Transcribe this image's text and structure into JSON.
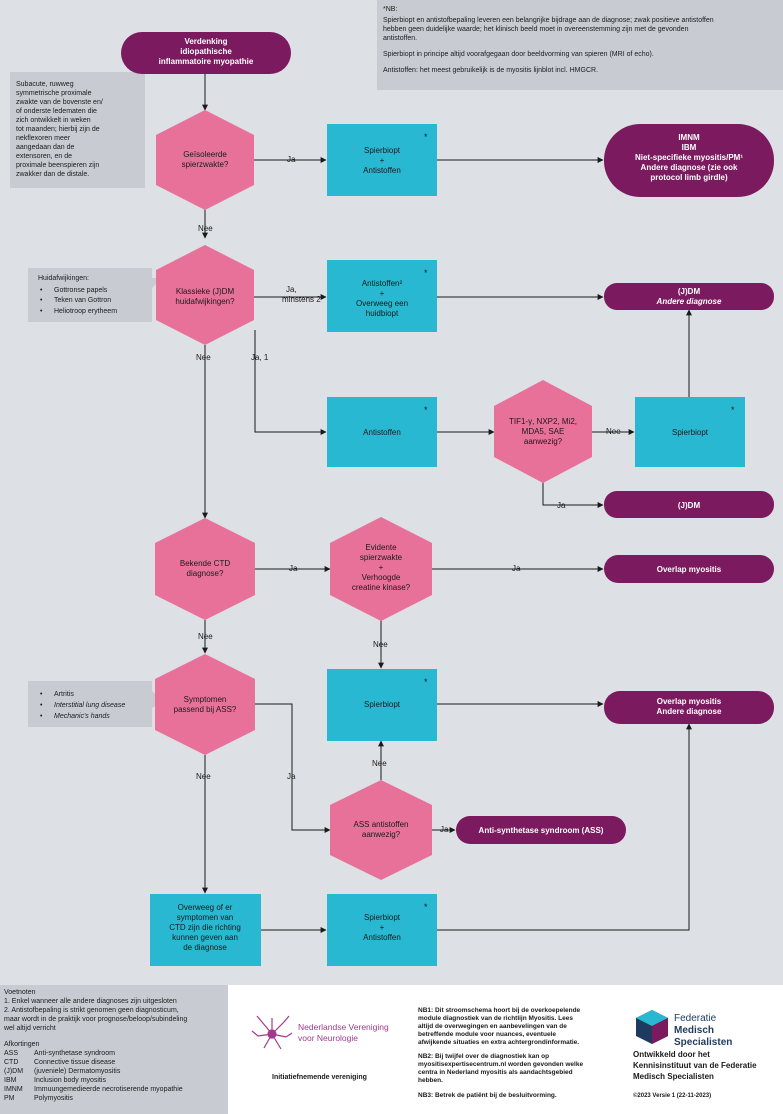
{
  "nb_box": {
    "line1": "*NB:",
    "line2": "Spierbiopt en antistofbepaling leveren een belangrijke bijdrage aan de diagnose; zwak positieve antistoffen hebben geen duidelijke waarde; het klinisch beeld moet in overeenstemming zijn met de gevonden antistoffen.",
    "line3": "Spierbiopt in principe altijd voorafgegaan door beeldvorming van spieren (MRI of echo).",
    "line4": "Antistoffen: het meest gebruikelijk is de myositis lijnblot incl. HMGCR."
  },
  "side_notes": {
    "weakness": [
      "Subacute, ruwweg",
      "symmetrische proximale",
      "zwakte van de bovenste en/",
      "of onderste ledematen die",
      "zich ontwikkelt in  weken",
      "tot maanden; hierbij zijn de",
      "nekflexoren meer",
      "aangedaan dan de",
      "extensoren, en de",
      "proximale beenspieren zijn",
      "zwakker dan de distale."
    ],
    "skin_title": "Huidafwijkingen:",
    "skin_items": [
      "Gottronse papels",
      "Teken van Gottron",
      "Heliotroop erytheem"
    ],
    "ass_items": [
      "Artritis",
      "Interstitial lung disease",
      "Mechanic's hands"
    ]
  },
  "nodes": {
    "start": [
      "Verdenking",
      "idiopathische",
      "inflammatoire myopathie"
    ],
    "q_isolated": [
      "Geïsoleerde",
      "spierzwakte?"
    ],
    "box_biopt_anti_1": [
      "Spierbiopt",
      "+",
      "Antistoffen"
    ],
    "out_imnm": [
      "IMNM",
      "IBM",
      "Niet-specifieke myositis/PM¹",
      "Andere diagnose (zie ook",
      "protocol limb girdle)"
    ],
    "q_jdm": [
      "Klassieke (J)DM",
      "huidafwijkingen?"
    ],
    "box_anti_huid": [
      "Antistoffen²",
      "+",
      "Overweeg een",
      "huidbiopt"
    ],
    "out_jdm_other": [
      "(J)DM",
      "Andere diagnose"
    ],
    "box_anti_2": [
      "Antistoffen"
    ],
    "q_tif": [
      "TIF1-γ, NXP2, Mi2,",
      "MDA5, SAE",
      "aanwezig?"
    ],
    "box_biopt_2": [
      "Spierbiopt"
    ],
    "out_jdm": [
      "(J)DM"
    ],
    "q_ctd": [
      "Bekende CTD",
      "diagnose?"
    ],
    "q_evident": [
      "Evidente",
      "spierzwakte",
      "+",
      "Verhoogde",
      "creatine kinase?"
    ],
    "out_overlap": [
      "Overlap myositis"
    ],
    "q_ass": [
      "Symptomen",
      "passend bij ASS?"
    ],
    "box_biopt_3": [
      "Spierbiopt"
    ],
    "out_overlap_other": [
      "Overlap myositis",
      "Andere diagnose"
    ],
    "q_ass_anti": [
      "ASS antistoffen",
      "aanwezig?"
    ],
    "out_ass": [
      "Anti-synthetase syndroom (ASS)"
    ],
    "box_consider": [
      "Overweeg of er",
      "symptomen van",
      "CTD zijn die richting",
      "kunnen geven aan",
      "de diagnose"
    ],
    "box_biopt_anti_4": [
      "Spierbiopt",
      "+",
      "Antistoffen"
    ]
  },
  "edges": {
    "ja": "Ja",
    "nee": "Nee",
    "ja_min2": [
      "Ja,",
      "minstens 2"
    ],
    "ja_1": "Ja, 1",
    "asterisk": "*"
  },
  "footer": {
    "footnotes_title": "Voetnoten",
    "footnotes": [
      "1. Enkel wanneer alle andere diagnoses zijn uitgesloten",
      "2. Antistofbepaling is strikt genomen geen diagnosticum,",
      "maar wordt in de praktijk voor prognose/beloop/subindeling",
      "wel altijd verricht"
    ],
    "abbr_title": "Afkortingen",
    "abbreviations": [
      {
        "key": "ASS",
        "value": "Anti-synthetase syndroom"
      },
      {
        "key": "CTD",
        "value": "Connective tissue disease"
      },
      {
        "key": "(J)DM",
        "value": "(juveniele) Dermatomyositis"
      },
      {
        "key": "IBM",
        "value": "Inclusion body myositis"
      },
      {
        "key": "IMNM",
        "value": "Immuungemedieerde necrotiserende myopathie"
      },
      {
        "key": "PM",
        "value": "Polymyositis"
      }
    ],
    "nvn_line1": "Nederlandse Vereniging",
    "nvn_line2": "voor Neurologie",
    "initiator": "Initiatiefnemende vereniging",
    "nb1": [
      "NB1: Dit stroomschema hoort bij de overkoepelende",
      "module diagnostiek van de richtlijn Myositis. Lees",
      "altijd de overwegingen en aanbevelingen van de",
      "betreffende module voor nuances, eventuele",
      "afwijkende situaties en extra achtergrondinformatie."
    ],
    "nb2": [
      "NB2: Bij twijfel over de diagnostiek kan op",
      "myositisexpertisecentrum.nl worden gevonden welke",
      "centra in Nederland myositis als aandachtsgebied",
      "hebben."
    ],
    "nb3": "NB3: Betrek de patiënt bij de besluitvorming.",
    "fms_line1": "Federatie",
    "fms_line2": "Medisch",
    "fms_line3": "Specialisten",
    "developed": [
      "Ontwikkeld door het",
      "Kennisinstituut van de Federatie",
      "Medisch Specialisten"
    ],
    "version": "©2023 Versie 1 (22-11-2023)"
  },
  "colors": {
    "background": "#dde0e4",
    "note_gray": "#c8ccd2",
    "purple": "#7b1a5e",
    "pink": "#e8719a",
    "cyan": "#29b8d1",
    "edge": "#1a1a1a",
    "nvn_magenta": "#a23a8c",
    "fms_navy": "#1f3a5f"
  }
}
